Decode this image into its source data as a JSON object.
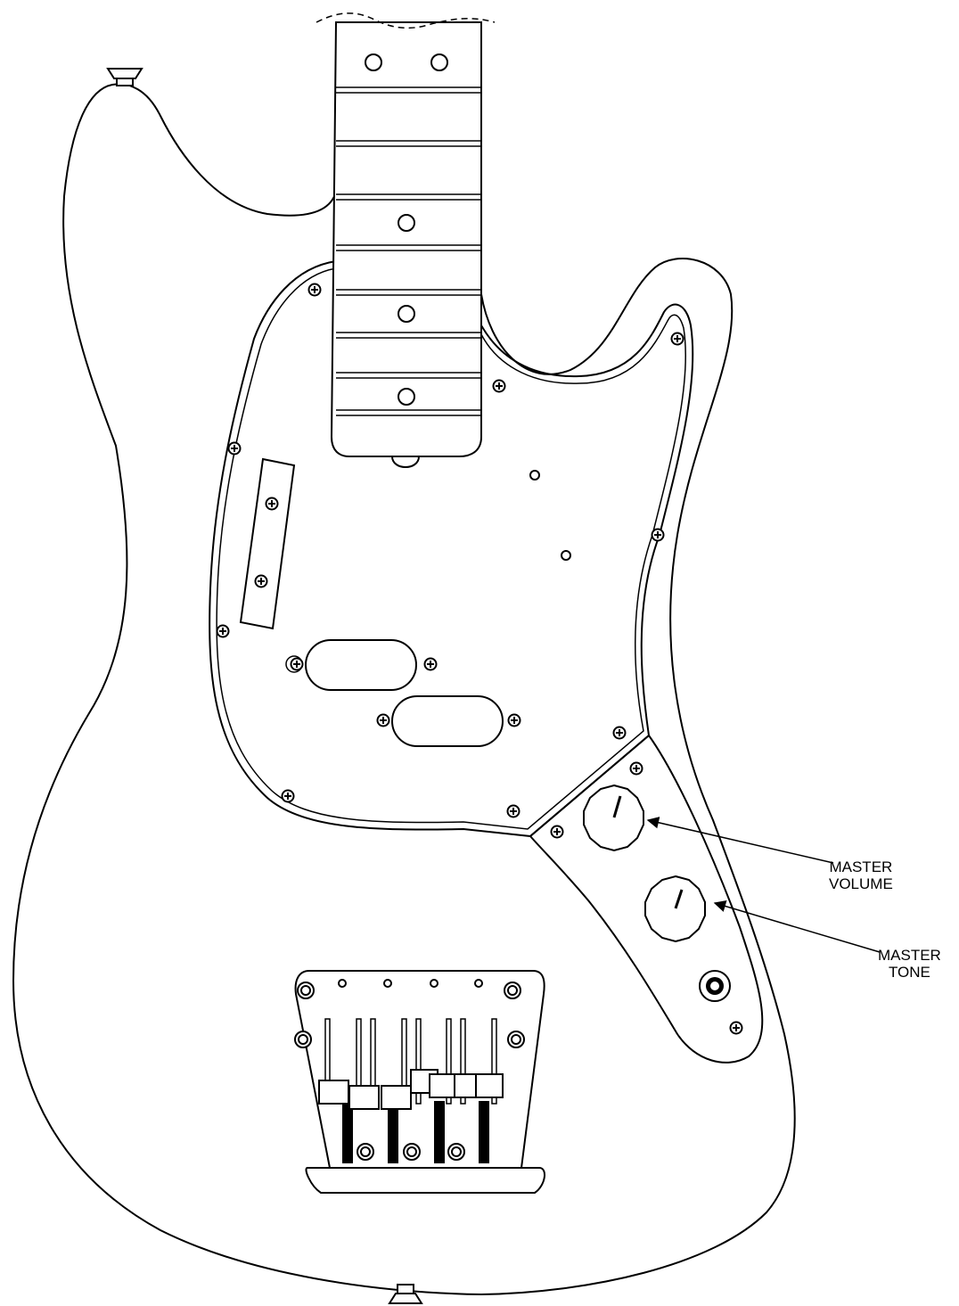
{
  "callouts": {
    "master_volume": {
      "line1": "MASTER",
      "line2": "VOLUME"
    },
    "master_tone": {
      "line1": "MASTER",
      "line2": "TONE"
    }
  },
  "colors": {
    "ink": "#000000",
    "paper": "#ffffff"
  }
}
